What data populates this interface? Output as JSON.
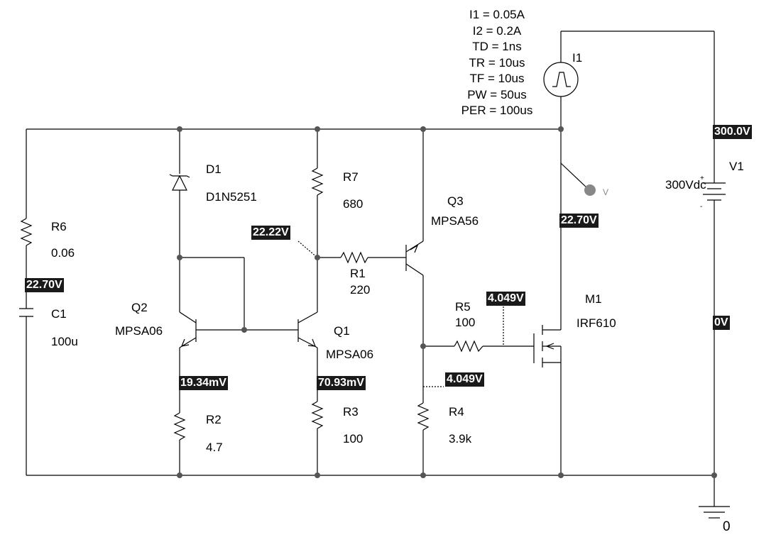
{
  "source_params": [
    "I1 = 0.05A",
    "I2 = 0.2A",
    "TD = 1ns",
    "TR = 10us",
    "TF = 10us",
    "PW = 50us",
    "PER = 100us"
  ],
  "components": {
    "I1": {
      "ref": "I1"
    },
    "V1": {
      "ref": "V1",
      "value": "300Vdc"
    },
    "R6": {
      "ref": "R6",
      "value": "0.06"
    },
    "C1": {
      "ref": "C1",
      "value": "100u"
    },
    "D1": {
      "ref": "D1",
      "value": "D1N5251"
    },
    "R7": {
      "ref": "R7",
      "value": "680"
    },
    "R1": {
      "ref": "R1",
      "value": "220"
    },
    "Q3": {
      "ref": "Q3",
      "value": "MPSA56"
    },
    "Q2": {
      "ref": "Q2",
      "value": "MPSA06"
    },
    "Q1": {
      "ref": "Q1",
      "value": "MPSA06"
    },
    "R5": {
      "ref": "R5",
      "value": "100"
    },
    "M1": {
      "ref": "M1",
      "value": "IRF610"
    },
    "R2": {
      "ref": "R2",
      "value": "4.7"
    },
    "R3": {
      "ref": "R3",
      "value": "100"
    },
    "R4": {
      "ref": "R4",
      "value": "3.9k"
    },
    "GND": {
      "ref": "0"
    }
  },
  "voltage_markers": {
    "v1_top": "300.0V",
    "c1_node": "22.70V",
    "r7_node": "22.22V",
    "drain": "22.70V",
    "gate": "4.049V",
    "r4_node": "4.049V",
    "q2_emitter": "19.34mV",
    "q1_emitter": "70.93mV",
    "v1_bottom": "0V"
  },
  "probe_label": "V"
}
